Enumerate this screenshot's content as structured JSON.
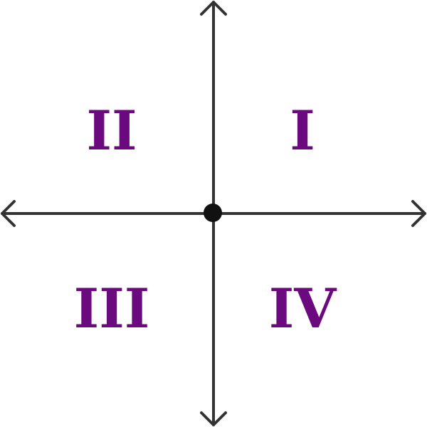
{
  "colors": {
    "axis": "#333333",
    "label": "#6b0a7f",
    "origin": "#111111"
  },
  "quadrants": {
    "q1": "I",
    "q2": "II",
    "q3": "III",
    "q4": "IV"
  }
}
